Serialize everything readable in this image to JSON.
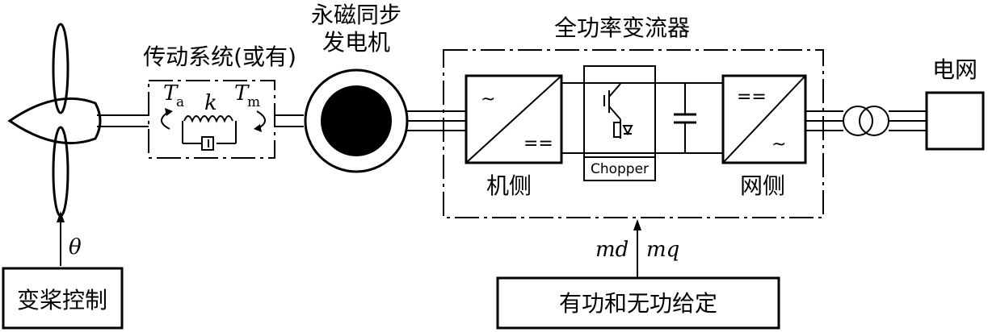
{
  "labels": {
    "pitch_control": "变桨控制",
    "pitch_angle": "θ",
    "drivetrain": "传动系统(或有)",
    "torque_a": "T",
    "torque_a_sub": "a",
    "stiffness": "k",
    "torque_m": "T",
    "torque_m_sub": "m",
    "generator_line1": "永磁同步",
    "generator_line2": "发电机",
    "converter_title": "全功率变流器",
    "machine_side": "机侧",
    "chopper": "Chopper",
    "grid_side": "网侧",
    "grid": "电网",
    "md": "md",
    "mq": "mq",
    "power_setpoint": "有功和无功给定"
  },
  "symbols": {
    "ac": "~",
    "dc": "=="
  }
}
